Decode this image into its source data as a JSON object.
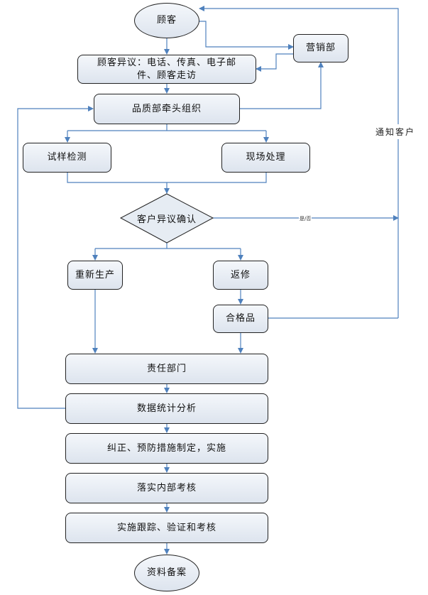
{
  "nodes": {
    "customer": "顾客",
    "marketing": "营销部",
    "objection_line1": "顾客异议：电话、传真、电子邮",
    "objection_line2": "件、顾客走访",
    "quality_dept": "品质部牵头组织",
    "sample_test": "试样检测",
    "site_handling": "现场处理",
    "confirm": "客户异议确认",
    "reproduce": "重新生产",
    "rework": "返修",
    "qualified": "合格品",
    "responsible": "责任部门",
    "statistics": "数据统计分析",
    "corrective": "纠正、预防措施制定，实施",
    "internal_review": "落实内部考核",
    "follow_up": "实施跟踪、验证和考核",
    "archive": "资料备案"
  },
  "edges": {
    "yes_no_label": "是/否",
    "notify_customer": "通知客户"
  },
  "colors": {
    "line": "#4f81bd",
    "border": "#222222"
  }
}
